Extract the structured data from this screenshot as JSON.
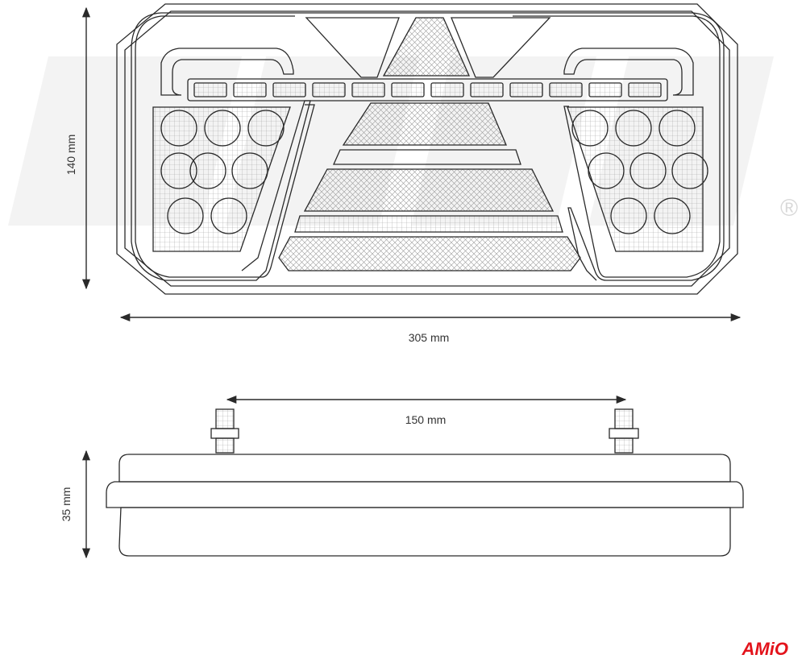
{
  "dimensions": {
    "height_front": "140 mm",
    "width_front": "305 mm",
    "bolt_spacing": "150 mm",
    "depth_side": "35 mm"
  },
  "watermark": {
    "registered_mark": "®"
  },
  "logo": {
    "text": "AMiO"
  },
  "colors": {
    "line": "#2a2a2a",
    "mesh": "#8a8a8a",
    "watermark": "#f2f2f2",
    "logo_red": "#e3131b"
  }
}
